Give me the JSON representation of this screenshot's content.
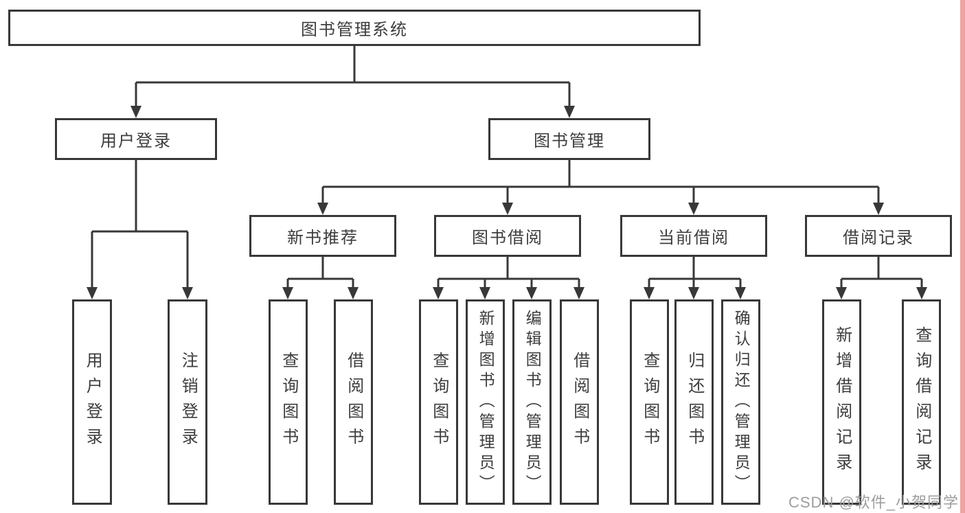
{
  "diagram": {
    "root": {
      "label": "图书管理系统"
    },
    "branches": [
      {
        "label": "用户登录",
        "children": [
          {
            "label": "用户登录"
          },
          {
            "label": "注销登录"
          }
        ]
      },
      {
        "label": "图书管理",
        "children": [
          {
            "label": "新书推荐",
            "children": [
              {
                "label": "查询图书"
              },
              {
                "label": "借阅图书"
              }
            ]
          },
          {
            "label": "图书借阅",
            "children": [
              {
                "label": "查询图书"
              },
              {
                "label": "新增图书（管理员）"
              },
              {
                "label": "编辑图书（管理员）"
              },
              {
                "label": "借阅图书"
              }
            ]
          },
          {
            "label": "当前借阅",
            "children": [
              {
                "label": "查询图书"
              },
              {
                "label": "归还图书"
              },
              {
                "label": "确认归还（管理员）"
              }
            ]
          },
          {
            "label": "借阅记录",
            "children": [
              {
                "label": "新增借阅记录"
              },
              {
                "label": "查询借阅记录"
              }
            ]
          }
        ]
      }
    ]
  },
  "watermark": {
    "text": "CSDN @软件_小贺同学"
  },
  "colors": {
    "line": "#383838",
    "text": "#3d3d3d",
    "watermark_text": "#9d9d9d",
    "accent_strip": "#f0a2a2",
    "background": "#ffffff"
  }
}
